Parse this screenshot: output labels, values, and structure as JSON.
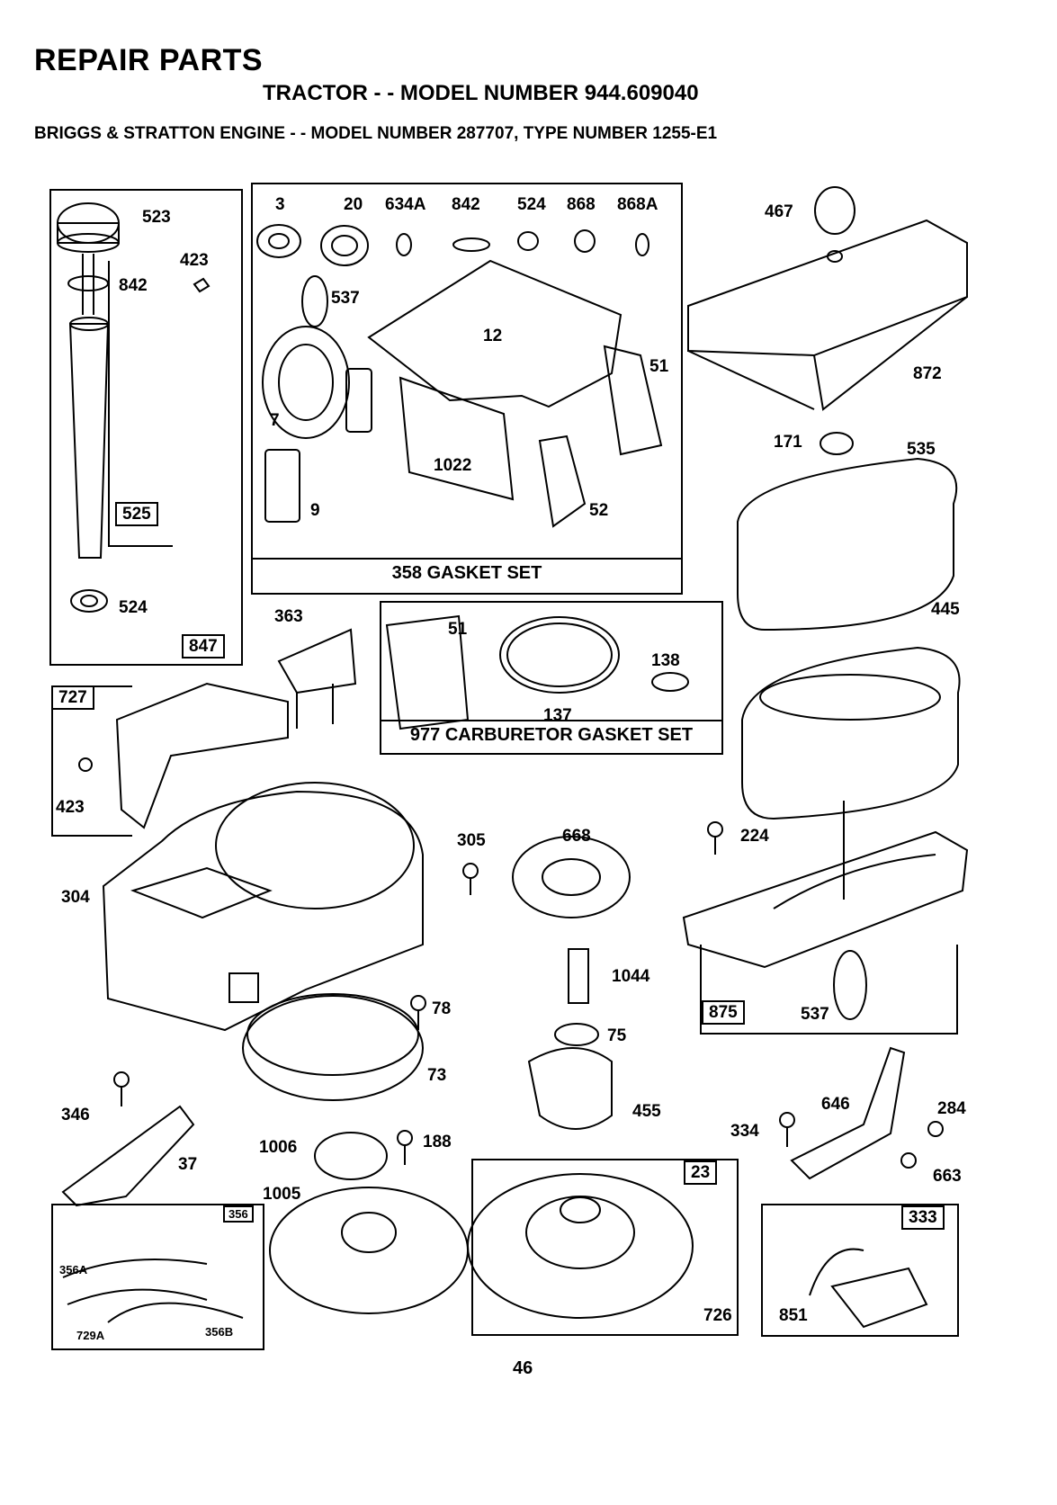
{
  "header": {
    "title": "REPAIR PARTS",
    "tractor_line": "TRACTOR - - MODEL NUMBER 944.609040",
    "engine_line": "BRIGGS & STRATTON ENGINE - - MODEL NUMBER 287707, TYPE NUMBER 1255-E1"
  },
  "kits": {
    "gasket_set": "358 GASKET SET",
    "carb_gasket_set": "977 CARBURETOR GASKET SET",
    "k525": "525",
    "k847": "847",
    "k727": "727",
    "k875": "875",
    "k23": "23",
    "k333": "333",
    "k356": "356"
  },
  "labels": {
    "p523": "523",
    "p423a": "423",
    "p842a": "842",
    "p524a": "524",
    "p3": "3",
    "p20": "20",
    "p634A": "634A",
    "p842b": "842",
    "p524b": "524",
    "p868": "868",
    "p868A": "868A",
    "p537a": "537",
    "p12": "12",
    "p51a": "51",
    "p7": "7",
    "p1022": "1022",
    "p9": "9",
    "p52": "52",
    "p467": "467",
    "p872": "872",
    "p171": "171",
    "p535": "535",
    "p445": "445",
    "p363": "363",
    "p51b": "51",
    "p138": "138",
    "p137": "137",
    "p423b": "423",
    "p304": "304",
    "p305": "305",
    "p668": "668",
    "p224": "224",
    "p1044": "1044",
    "p537b": "537",
    "p78": "78",
    "p75": "75",
    "p73": "73",
    "p455": "455",
    "p346": "346",
    "p37": "37",
    "p1006": "1006",
    "p188": "188",
    "p1005": "1005",
    "p646": "646",
    "p284": "284",
    "p334": "334",
    "p663": "663",
    "p356A": "356A",
    "p729A": "729A",
    "p356B": "356B",
    "p726": "726",
    "p851": "851"
  },
  "page_number": "46"
}
